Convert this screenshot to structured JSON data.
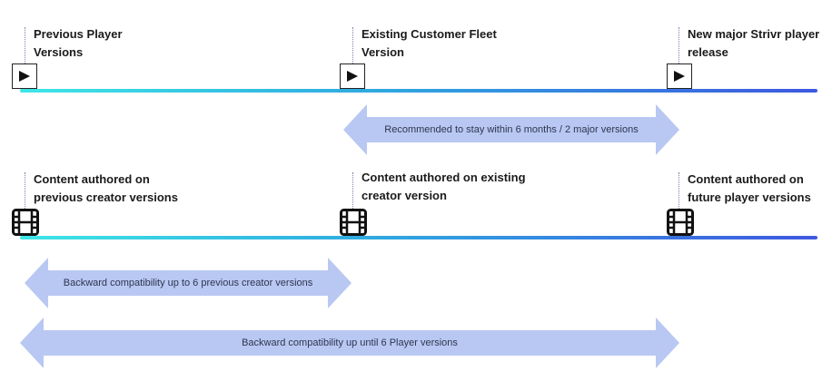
{
  "top_row": {
    "markers": [
      {
        "label_line1": "Previous Player",
        "label_line2": "Versions",
        "icon": "play-icon"
      },
      {
        "label_line1": "Existing Customer Fleet",
        "label_line2": "Version",
        "icon": "play-icon"
      },
      {
        "label_line1": "New major Strivr player",
        "label_line2": "release",
        "icon": "play-icon"
      }
    ],
    "arrow_text": "Recommended to stay within 6 months / 2 major versions"
  },
  "bottom_row": {
    "markers": [
      {
        "label_line1": "Content authored on",
        "label_line2": "previous creator versions",
        "icon": "film-icon"
      },
      {
        "label_line1": "Content authored on existing",
        "label_line2": "creator version",
        "icon": "film-icon"
      },
      {
        "label_line1": "Content authored on",
        "label_line2": "future player versions",
        "icon": "film-icon"
      }
    ],
    "arrow_creator_text": "Backward compatibility up to 6 previous creator versions",
    "arrow_player_text": "Backward compatibility up until 6 Player versions"
  },
  "colors": {
    "timeline_start": "#3ee6e6",
    "timeline_mid": "#2fa8e0",
    "timeline_end": "#3e58e0",
    "arrow_fill": "#b9c8f2",
    "text": "#1b1b1b"
  }
}
